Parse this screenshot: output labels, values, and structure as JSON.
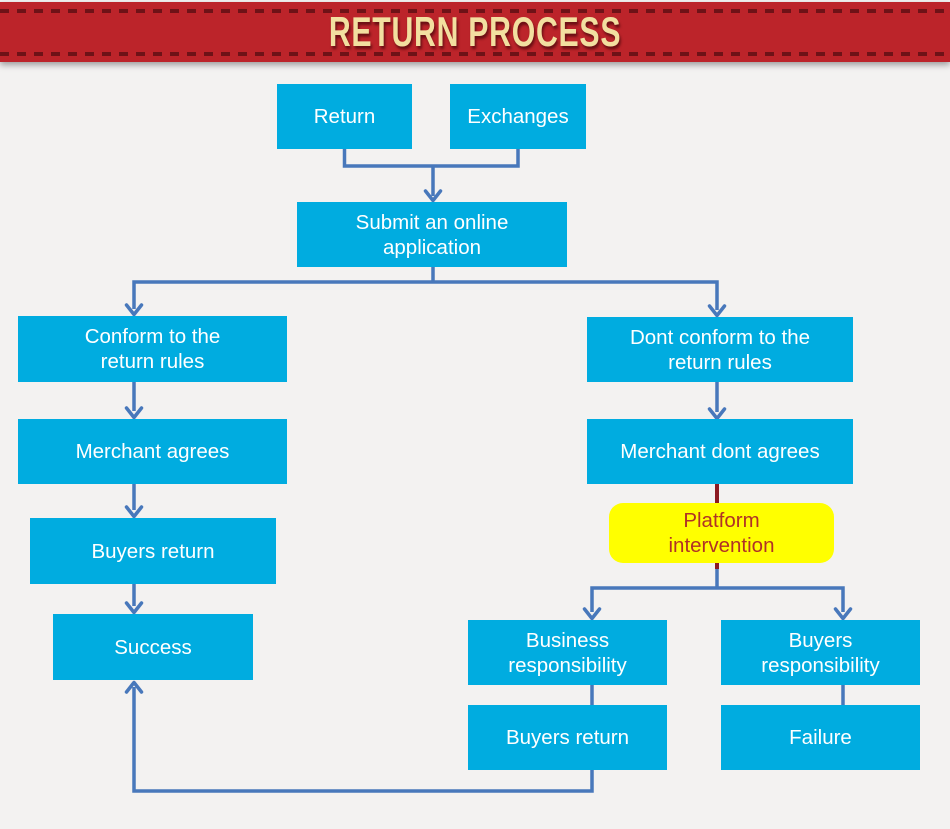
{
  "banner": {
    "title": "RETURN PROCESS"
  },
  "colors": {
    "banner_bg": "#bc242a",
    "banner_stitch": "#6e1217",
    "banner_text": "#f2dfa0",
    "node_fill": "#00ace0",
    "node_text": "#ffffff",
    "connector": "#4878bb",
    "highlight_fill": "#ffff00",
    "highlight_text": "#b03226",
    "highlight_connector": "#8c1a22",
    "page_bg": "#f3f2f1"
  },
  "nodes": {
    "return": {
      "label": "Return"
    },
    "exchanges": {
      "label": "Exchanges"
    },
    "submit": {
      "label": "Submit an online\napplication"
    },
    "conform": {
      "label": "Conform to the\nreturn rules"
    },
    "dont_conform": {
      "label": "Dont conform to the\nreturn rules"
    },
    "merchant_agrees": {
      "label": "Merchant agrees"
    },
    "merchant_dont_agrees": {
      "label": "Merchant dont agrees"
    },
    "platform_intervention": {
      "label": "Platform\nintervention"
    },
    "buyers_return_left": {
      "label": "Buyers return"
    },
    "success": {
      "label": "Success"
    },
    "business_responsibility": {
      "label": "Business\nresponsibility"
    },
    "buyers_responsibility": {
      "label": "Buyers\nresponsibility"
    },
    "buyers_return_bottom": {
      "label": "Buyers return"
    },
    "failure": {
      "label": "Failure"
    }
  }
}
